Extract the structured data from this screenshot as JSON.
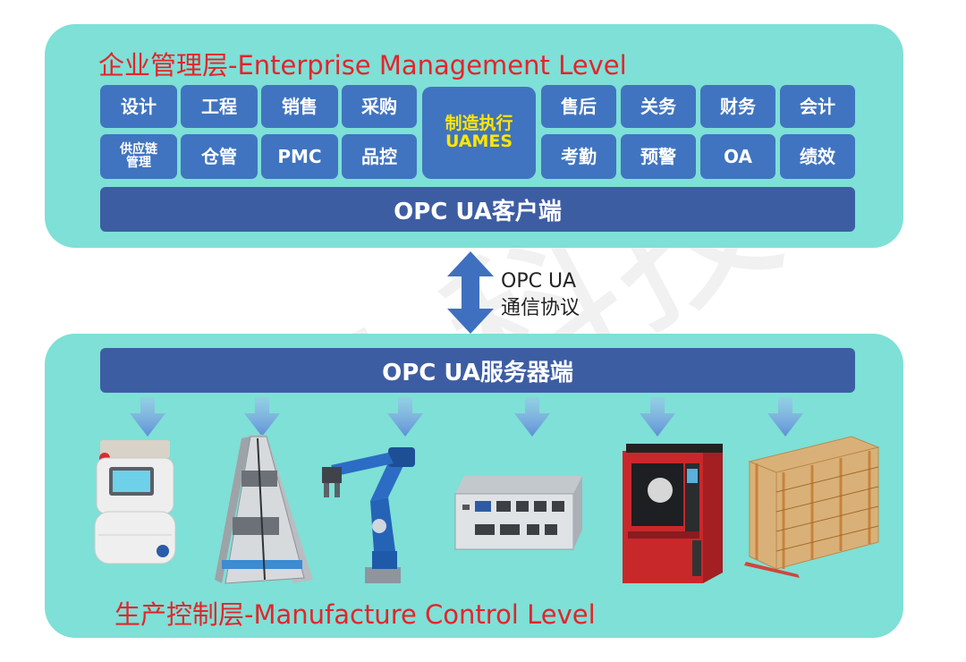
{
  "enterprise": {
    "title": "企业管理层-Enterprise Management Level",
    "row1_left": [
      "设计",
      "工程",
      "销售",
      "采购"
    ],
    "row2_left": [
      "供应链管理",
      "仓管",
      "PMC",
      "品控"
    ],
    "center": [
      "制造执行",
      "UAMES"
    ],
    "row1_right": [
      "售后",
      "关务",
      "财务",
      "会计"
    ],
    "row2_right": [
      "考勤",
      "预警",
      "OA",
      "绩效"
    ],
    "client_bar": "OPC UA客户端"
  },
  "protocol": {
    "line1": "OPC UA",
    "line2": "通信协议"
  },
  "manufacture": {
    "server_bar": "OPC UA服务器端",
    "title": "生产控制层-Manufacture Control Level",
    "devices": [
      "agv-robot-icon",
      "linear-module-icon",
      "industrial-robot-arm-icon",
      "industrial-pc-gateway-icon",
      "cnc-machine-icon",
      "storage-rack-icon"
    ]
  },
  "colors": {
    "panel": "#7ee0d6",
    "tile": "#4074c0",
    "band": "#3d5da3",
    "title_red": "#e6232a",
    "center_text_yellow": "#ffe600",
    "arrow": "#3f6fbf"
  }
}
